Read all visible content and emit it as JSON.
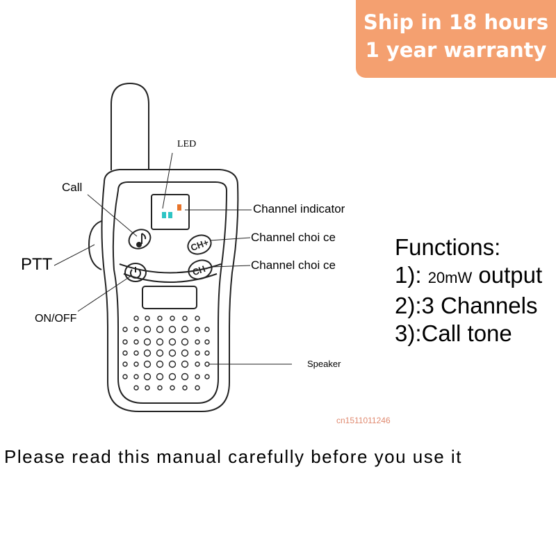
{
  "badge": {
    "line1": "Ship in 18 hours",
    "line2": "1 year warranty",
    "color": "#f4a070"
  },
  "diagram": {
    "labels": {
      "led": "LED",
      "call": "Call",
      "channel_indicator": "Channel indicator",
      "channel_choice_up": "Channel choi ce",
      "channel_choice_down": "Channel choi ce",
      "ptt": "PTT",
      "on_off": "ON/OFF",
      "speaker": "Speaker"
    },
    "buttons": {
      "ch_plus": "CH+",
      "ch_minus": "CH-"
    },
    "led_colors": [
      "#2ec4c4",
      "#2ec4c4",
      "#e8742a"
    ]
  },
  "functions": {
    "title": "Functions:",
    "item1_prefix": "1): ",
    "item1_power": "20mW",
    "item1_suffix": " output",
    "item2": "2):3 Channels",
    "item3": "3):Call tone"
  },
  "watermark": "cn1511011246",
  "notice": "Please read this manual carefully before you use  it"
}
